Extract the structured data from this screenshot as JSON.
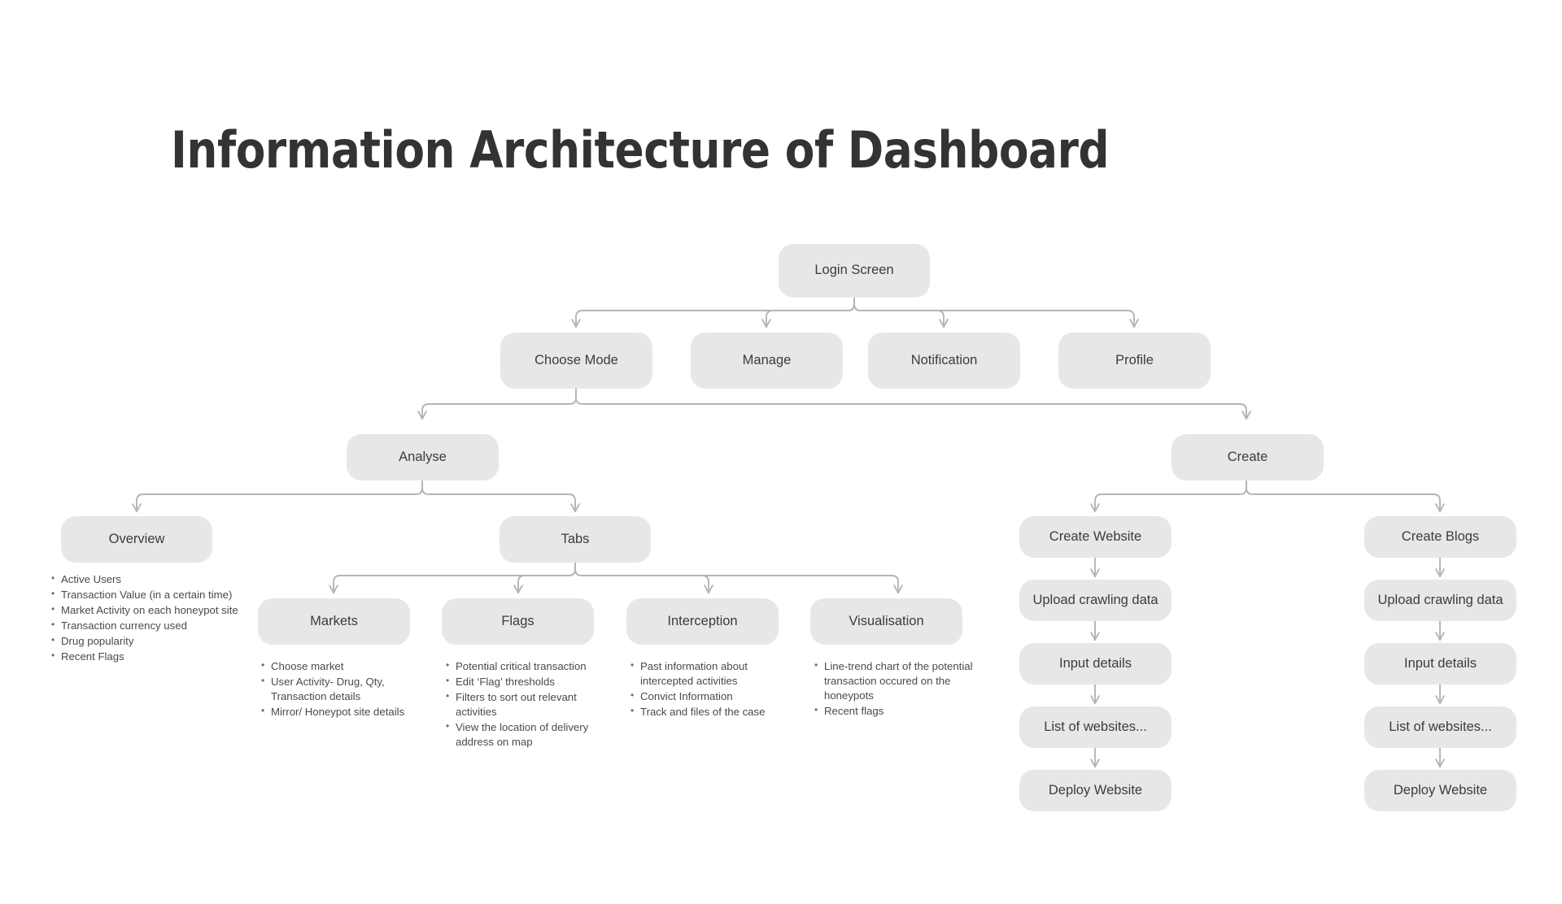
{
  "page": {
    "title": "Information Architecture of Dashboard",
    "background_color": "#ffffff",
    "node_fill_color": "#e7e7e7",
    "node_text_color": "#3c3c3c",
    "connector_color": "#b5b5b5",
    "title_color": "#333333",
    "bullet_text_color": "#4a4a4a"
  },
  "diagram": {
    "type": "tree",
    "root": {
      "label": "Login Screen"
    },
    "level2": [
      {
        "label": "Choose Mode"
      },
      {
        "label": "Manage"
      },
      {
        "label": "Notification"
      },
      {
        "label": "Profile"
      }
    ],
    "level3": [
      {
        "label": "Analyse"
      },
      {
        "label": "Create"
      }
    ],
    "analyse_children": [
      {
        "label": "Overview"
      },
      {
        "label": "Tabs"
      }
    ],
    "create_children": [
      {
        "label": "Create Website"
      },
      {
        "label": "Create Blogs"
      }
    ],
    "tabs_children": [
      {
        "label": "Markets"
      },
      {
        "label": "Flags"
      },
      {
        "label": "Interception"
      },
      {
        "label": "Visualisation"
      }
    ],
    "create_website_flow": [
      {
        "label": "Upload crawling data"
      },
      {
        "label": "Input details"
      },
      {
        "label": "List of websites..."
      },
      {
        "label": "Deploy Website"
      }
    ],
    "create_blogs_flow": [
      {
        "label": "Upload crawling data"
      },
      {
        "label": "Input details"
      },
      {
        "label": "List of websites..."
      },
      {
        "label": "Deploy Website"
      }
    ],
    "overview_bullets": [
      "Active Users",
      "Transaction Value (in a certain time)",
      "Market Activity on each honeypot site",
      "Transaction currency used",
      "Drug popularity",
      "Recent Flags"
    ],
    "markets_bullets": [
      "Choose market",
      "User Activity- Drug, Qty, Transaction details",
      "Mirror/ Honeypot site details"
    ],
    "flags_bullets": [
      "Potential critical transaction",
      "Edit ‘Flag’ thresholds",
      "Filters to sort out relevant activities",
      "View the location of delivery address on map"
    ],
    "interception_bullets": [
      "Past information about intercepted activities",
      "Convict Information",
      "Track and files of the case"
    ],
    "visualisation_bullets": [
      "Line-trend chart of the potential transaction occured on the honeypots",
      "Recent flags"
    ]
  }
}
